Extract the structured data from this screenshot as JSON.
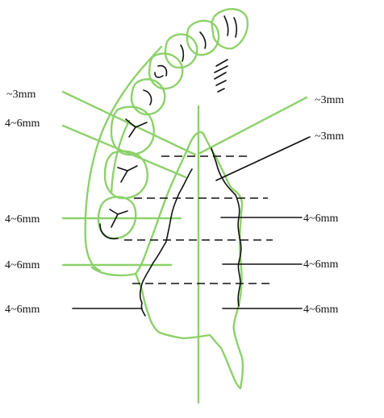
{
  "colors": {
    "background": "#ffffff",
    "outline_green": "#8dd16b",
    "ink": "#111111"
  },
  "labels": {
    "left": [
      "~3mm",
      "4~6mm",
      "4~6mm",
      "4~6mm",
      "4~6mm"
    ],
    "right": [
      "~3mm",
      "~3mm",
      "4~6mm",
      "4~6mm",
      "4~6mm"
    ]
  }
}
